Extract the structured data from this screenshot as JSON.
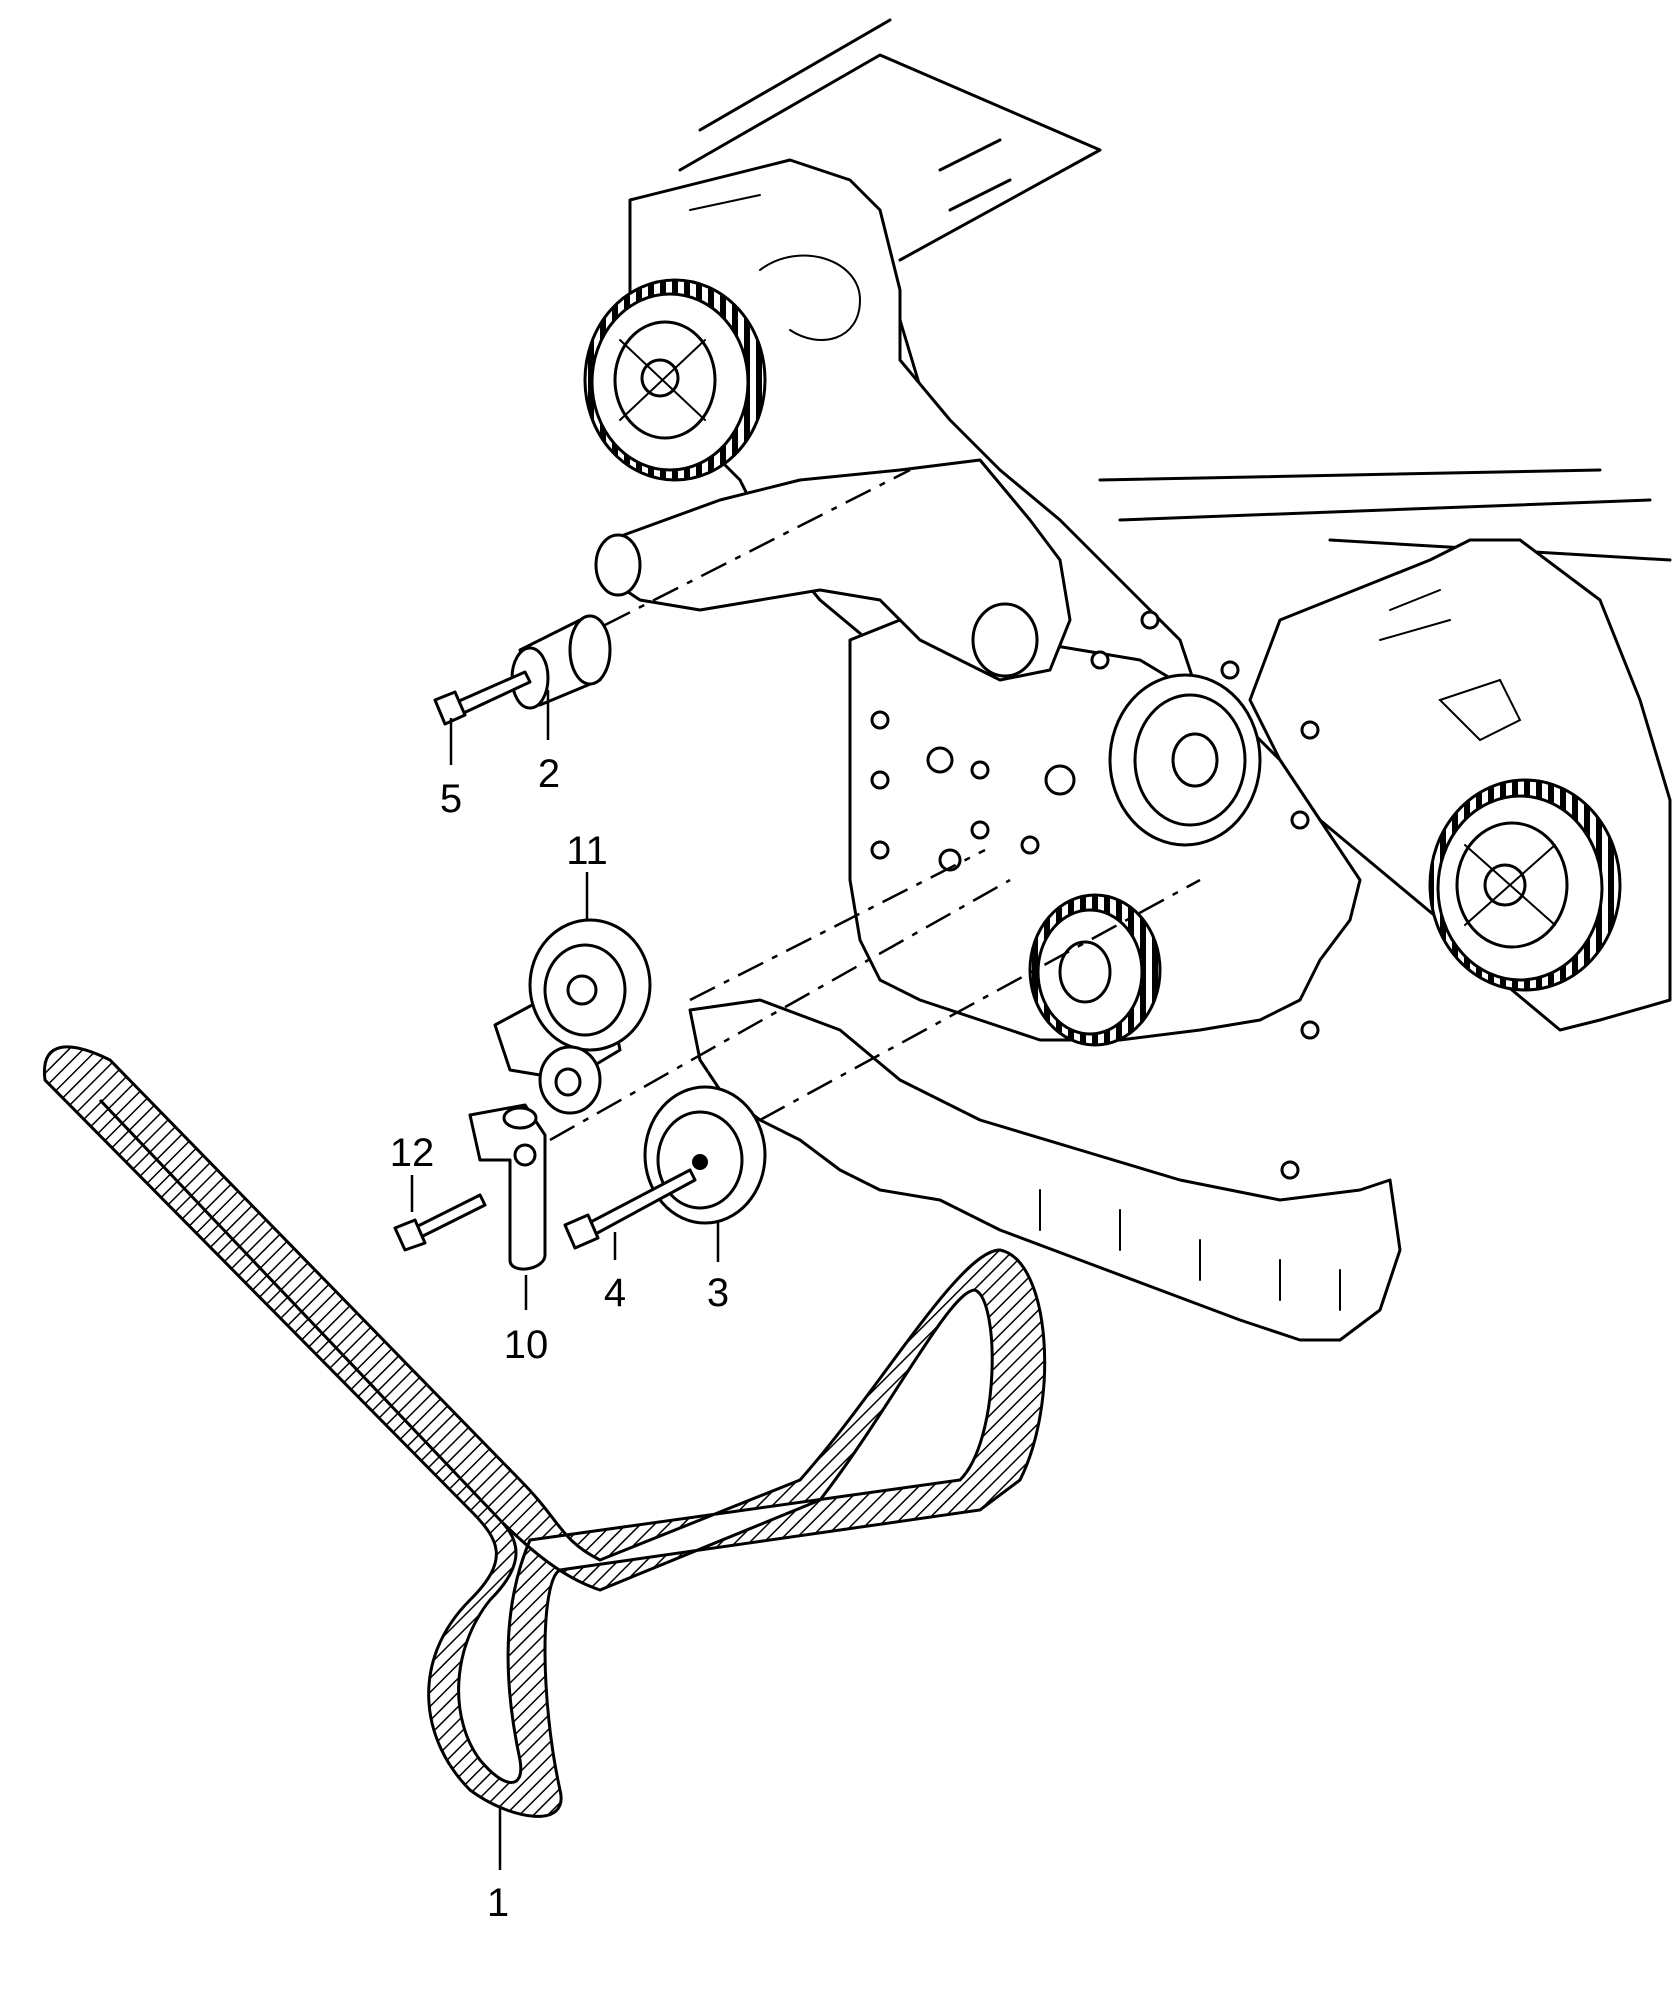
{
  "diagram": {
    "callouts": [
      {
        "id": "1",
        "label": "1"
      },
      {
        "id": "2",
        "label": "2"
      },
      {
        "id": "3",
        "label": "3"
      },
      {
        "id": "4",
        "label": "4"
      },
      {
        "id": "5",
        "label": "5"
      },
      {
        "id": "10",
        "label": "10"
      },
      {
        "id": "11",
        "label": "11"
      },
      {
        "id": "12",
        "label": "12"
      }
    ]
  }
}
